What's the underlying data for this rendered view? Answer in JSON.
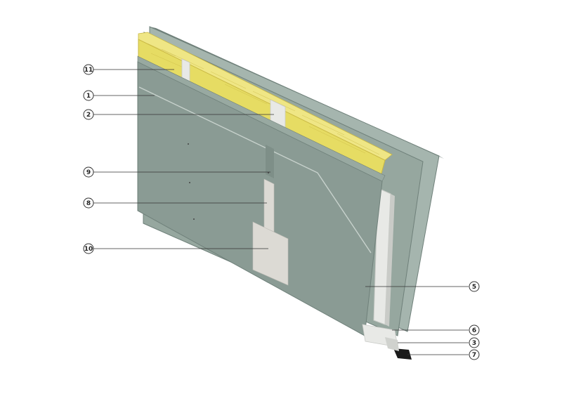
{
  "colors": {
    "board": "#8a9b94",
    "board_edge": "#6f807a",
    "board_light": "#a5b5ae",
    "insulation": "#e6dc63",
    "insulation_dark": "#c9b843",
    "stud": "#e8e9e6",
    "stud_shade": "#c9cbc7",
    "tape": "#dcdad4",
    "floor_track": "#1a1a1a",
    "leader": "#333333"
  },
  "callouts": [
    {
      "id": "1",
      "label": "1"
    },
    {
      "id": "2",
      "label": "2"
    },
    {
      "id": "3",
      "label": "3"
    },
    {
      "id": "5",
      "label": "5"
    },
    {
      "id": "6",
      "label": "6"
    },
    {
      "id": "7",
      "label": "7"
    },
    {
      "id": "8",
      "label": "8"
    },
    {
      "id": "9",
      "label": "9"
    },
    {
      "id": "10",
      "label": "10"
    },
    {
      "id": "11",
      "label": "11"
    }
  ]
}
